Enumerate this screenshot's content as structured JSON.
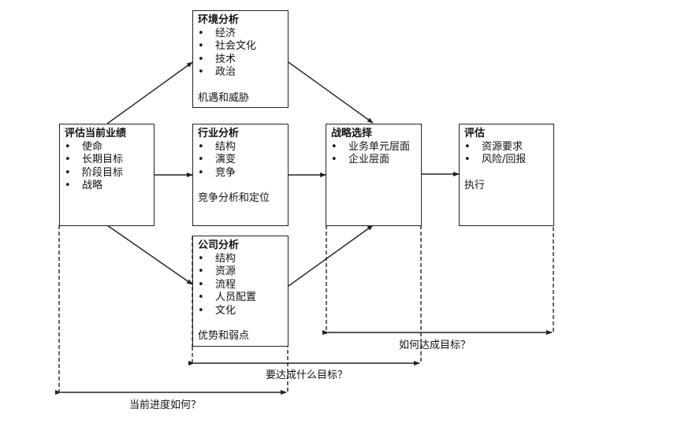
{
  "boxes": {
    "current": {
      "title": "评估当前业绩",
      "items": [
        "使命",
        "长期目标",
        "阶段目标",
        "战略"
      ]
    },
    "environment": {
      "title": "环境分析",
      "items": [
        "经济",
        "社会文化",
        "技术",
        "政治"
      ],
      "footer": "机遇和威胁"
    },
    "industry": {
      "title": "行业分析",
      "items": [
        "结构",
        "演变",
        "竞争"
      ],
      "footer": "竞争分析和定位"
    },
    "company": {
      "title": "公司分析",
      "items": [
        "结构",
        "资源",
        "流程",
        "人员配置",
        "文化"
      ],
      "footer": "优势和弱点"
    },
    "strategy": {
      "title": "战略选择",
      "items": [
        "业务单元层面",
        "企业层面"
      ]
    },
    "evaluate": {
      "title": "评估",
      "items": [
        "资源要求",
        "风险/回报"
      ],
      "footer": "执行"
    }
  },
  "spans": {
    "how_achieve": "如何达成目标？",
    "what_goals": "要达成什么目标？",
    "current_progress": "当前进度如何？"
  },
  "colors": {
    "line": "#222222",
    "text": "#111111"
  }
}
